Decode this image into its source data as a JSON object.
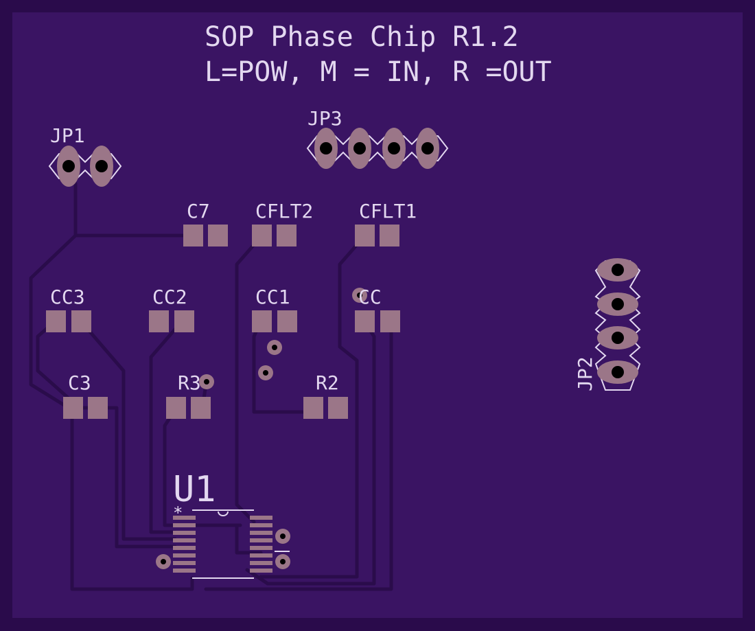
{
  "title": {
    "line1": "SOP Phase Chip R1.2",
    "line2": "L=POW, M = IN, R =OUT"
  },
  "labels": {
    "jp1": "JP1",
    "jp2": "JP2",
    "jp3": "JP3",
    "c7": "C7",
    "cflt2": "CFLT2",
    "cflt1": "CFLT1",
    "cc3": "CC3",
    "cc2": "CC2",
    "cc1": "CC1",
    "cc": "CC",
    "c3": "C3",
    "r3": "R3",
    "r2": "R2",
    "u1": "U1",
    "pin1_marker": "*"
  },
  "colors": {
    "board": "#3a1463",
    "board_edge": "#2a0b4b",
    "trace": "#2a0c4b",
    "pad": "#9b7688",
    "silk": "#e3d8f0",
    "drill": "#000000"
  }
}
